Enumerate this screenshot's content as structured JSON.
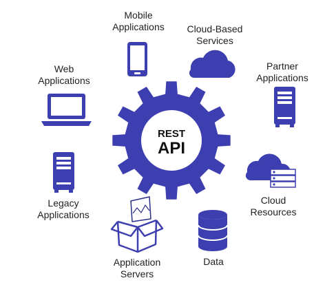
{
  "center": {
    "line1": "REST",
    "line2": "API"
  },
  "nodes": [
    {
      "id": "mobile",
      "icon": "mobile-phone-icon",
      "lines": [
        "Mobile",
        "Applications"
      ]
    },
    {
      "id": "cloud-services",
      "icon": "cloud-icon",
      "lines": [
        "Cloud-Based",
        "Services"
      ]
    },
    {
      "id": "partner",
      "icon": "server-icon",
      "lines": [
        "Partner",
        "Applications"
      ]
    },
    {
      "id": "web",
      "icon": "laptop-icon",
      "lines": [
        "Web",
        "Applications"
      ]
    },
    {
      "id": "cloud-resources",
      "icon": "cloud-server-icon",
      "lines": [
        "Cloud",
        "Resources"
      ]
    },
    {
      "id": "legacy",
      "icon": "server-icon",
      "lines": [
        "Legacy",
        "Applications"
      ]
    },
    {
      "id": "app-servers",
      "icon": "open-box-icon",
      "lines": [
        "Application",
        "Servers"
      ]
    },
    {
      "id": "data",
      "icon": "database-icon",
      "lines": [
        "Data"
      ]
    }
  ],
  "colors": {
    "primary": "#3d3fb0",
    "dark": "#2b2d8a",
    "text": "#1f1f1f",
    "background": "#ffffff"
  }
}
